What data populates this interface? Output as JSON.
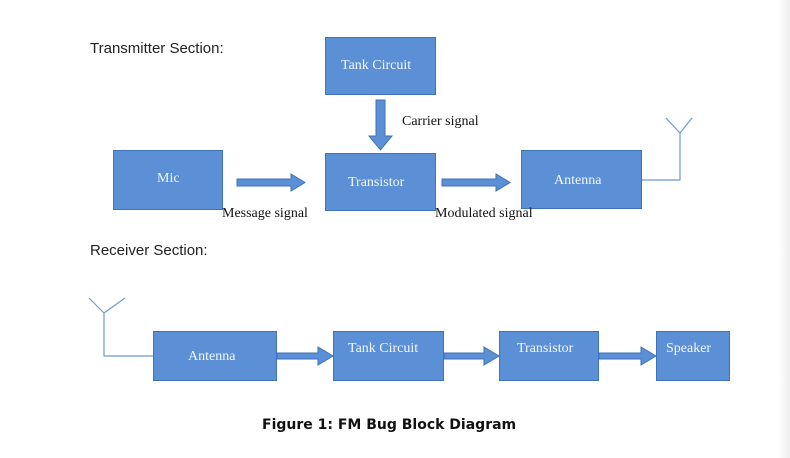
{
  "sections": {
    "transmitter": "Transmitter Section:",
    "receiver": "Receiver Section:"
  },
  "transmitter": {
    "tank_circuit": "Tank Circuit",
    "mic": "Mic",
    "transistor": "Transistor",
    "antenna": "Antenna",
    "carrier_signal": "Carrier signal",
    "message_signal": "Message signal",
    "modulated_signal": "Modulated signal"
  },
  "receiver": {
    "antenna": "Antenna",
    "tank_circuit": "Tank Circuit",
    "transistor": "Transistor",
    "speaker": "Speaker"
  },
  "caption": "Figure 1: FM Bug Block Diagram",
  "colors": {
    "block_fill": "#5b8fd6",
    "block_border": "#3f72b8",
    "arrow_fill": "#5b8fd6",
    "antenna_line": "#6b9ad8"
  }
}
